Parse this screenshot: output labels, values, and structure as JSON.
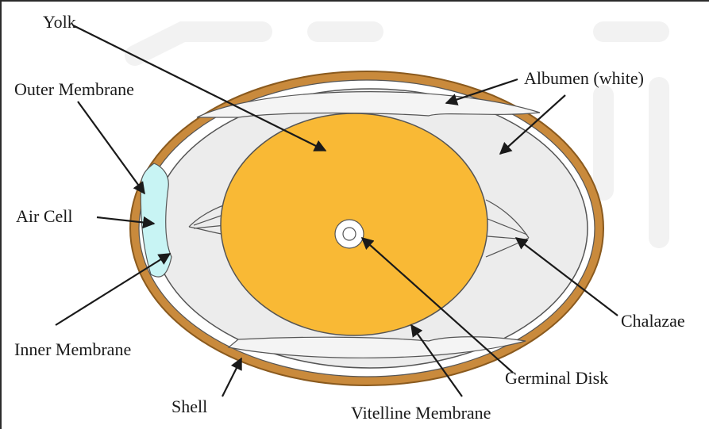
{
  "diagram": {
    "labels": {
      "yolk": "Yolk",
      "outer_membrane": "Outer Membrane",
      "albumen": "Albumen (white)",
      "air_cell": "Air Cell",
      "inner_membrane": "Inner Membrane",
      "chalazae": "Chalazae",
      "germinal_disk": "Germinal Disk",
      "shell": "Shell",
      "vitelline_membrane": "Vitelline Membrane"
    },
    "colors": {
      "shell": "#c98a3c",
      "albumen": "#ededed",
      "yolk": "#f9b935",
      "air_cell": "#c8f4f4",
      "line": "#1a1a1a",
      "watermark": "#f2f2f2"
    }
  }
}
